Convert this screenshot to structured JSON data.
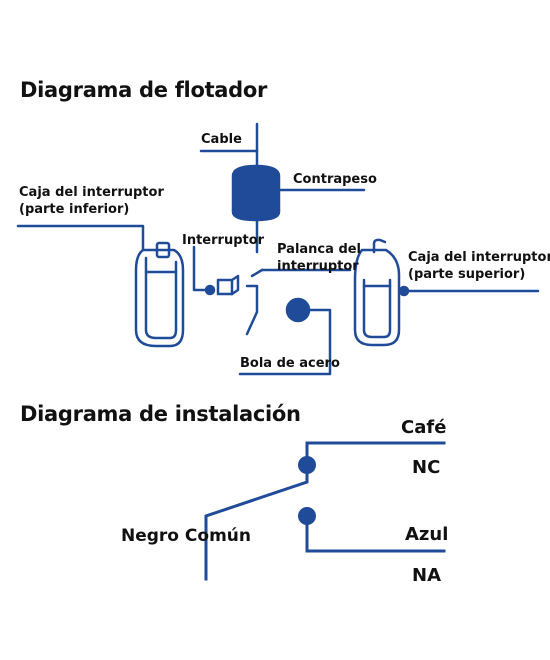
{
  "colors": {
    "line": "#1f4b99",
    "text": "#111111",
    "background": "#ffffff"
  },
  "float_diagram": {
    "title": "Diagrama de flotador",
    "labels": {
      "cable": "Cable",
      "counterweight": "Contrapeso",
      "lower_box_line1": "Caja del interruptor",
      "lower_box_line2": "(parte inferior)",
      "switch": "Interruptor",
      "lever_line1": "Palanca del",
      "lever_line2": "interruptor",
      "upper_box_line1": "Caja del interruptor",
      "upper_box_line2": "(parte superior)",
      "steel_ball": "Bola de acero"
    }
  },
  "install_diagram": {
    "title": "Diagrama de instalación",
    "wire_top": "Café",
    "contact_top": "NC",
    "wire_bottom": "Azul",
    "contact_bottom": "NA",
    "common_line1": "Negro",
    "common_line2": "Común"
  }
}
